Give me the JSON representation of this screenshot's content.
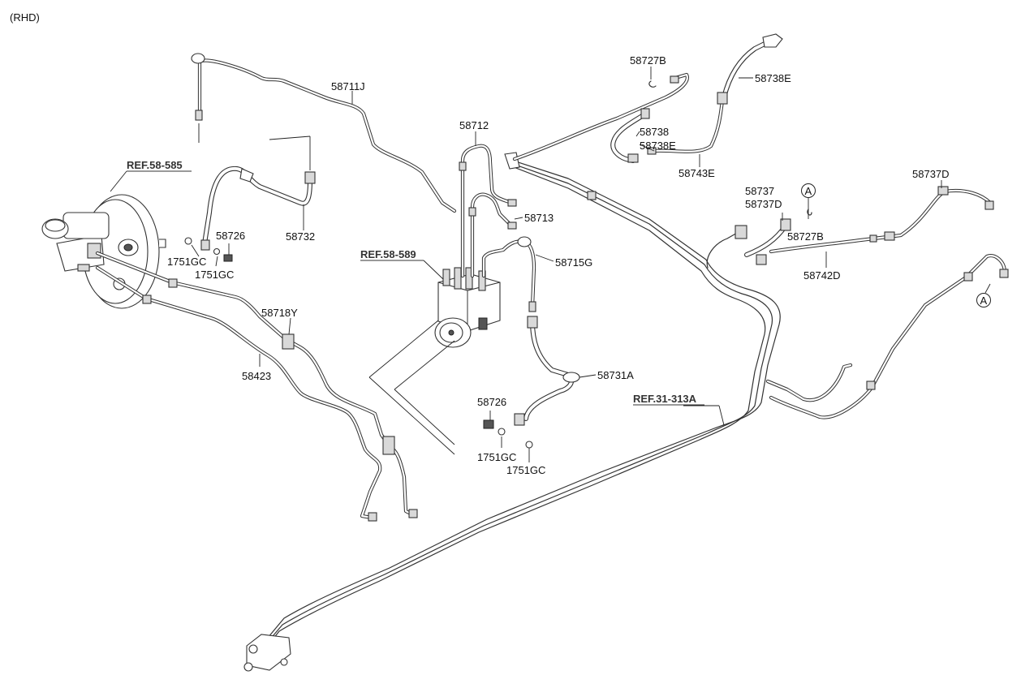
{
  "header": {
    "variant": "(RHD)"
  },
  "references": [
    {
      "id": "ref-58-585",
      "text": "REF.58-585"
    },
    {
      "id": "ref-58-589",
      "text": "REF.58-589"
    },
    {
      "id": "ref-31-313a",
      "text": "REF.31-313A"
    }
  ],
  "callouts": {
    "p58711J": "58711J",
    "p58712": "58712",
    "p58713": "58713",
    "p58715G": "58715G",
    "p58732": "58732",
    "p58726_a": "58726",
    "p1751GC_a": "1751GC",
    "p1751GC_b": "1751GC",
    "p58718Y": "58718Y",
    "p58423": "58423",
    "p58731A": "58731A",
    "p58726_b": "58726",
    "p1751GC_c": "1751GC",
    "p1751GC_d": "1751GC",
    "p58727B_a": "58727B",
    "p58738E_a": "58738E",
    "p58738": "58738",
    "p58738E_b": "58738E",
    "p58743E": "58743E",
    "p58737": "58737",
    "p58737D_a": "58737D",
    "p58737D_b": "58737D",
    "p58727B_b": "58727B",
    "p58742D": "58742D"
  },
  "connectors": {
    "a1": "A",
    "a2": "A"
  }
}
